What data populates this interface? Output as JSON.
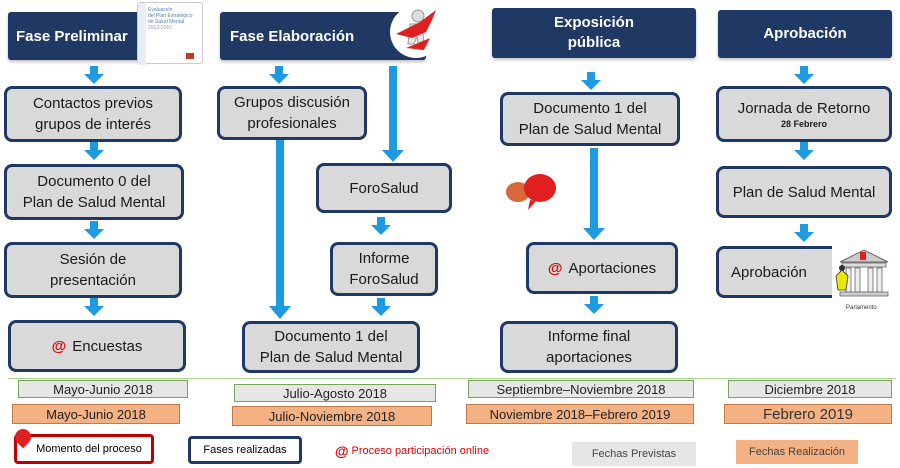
{
  "phases": {
    "preliminar": "Fase Preliminar",
    "elaboracion": "Fase Elaboración",
    "exposicion_line1": "Exposición",
    "exposicion_line2": "pública",
    "aprobacion": "Aprobación"
  },
  "thumbnail": {
    "line1": "Evaluación",
    "line2": "del Plan Estratégico",
    "line3": "de Salud Mental",
    "line4": "2013-2016"
  },
  "col1": {
    "contactos_l1": "Contactos previos",
    "contactos_l2": "grupos de interés",
    "doc0_l1": "Documento 0 del",
    "doc0_l2": "Plan de Salud Mental",
    "sesion_l1": "Sesión de",
    "sesion_l2": "presentación",
    "encuestas": "Encuestas"
  },
  "col2": {
    "grupos_l1": "Grupos discusión",
    "grupos_l2": "profesionales",
    "forosalud": "ForoSalud",
    "informe_l1": "Informe",
    "informe_l2": "ForoSalud",
    "doc1_l1": "Documento 1 del",
    "doc1_l2": "Plan de Salud Mental"
  },
  "col3": {
    "doc1_l1": "Documento 1 del",
    "doc1_l2": "Plan de Salud Mental",
    "aportaciones": "Aportaciones",
    "informe_l1": "Informe final",
    "informe_l2": "aportaciones"
  },
  "col4": {
    "jornada": "Jornada de Retorno",
    "jornada_date": "28 Febrero",
    "plan": "Plan de Salud Mental",
    "aprobacion": "Aprobación",
    "parlamento": "Parlamento"
  },
  "at_symbol": "@",
  "dates_planned": [
    "Mayo-Junio 2018",
    "Julio-Agosto 2018",
    "Septiembre–Noviembre  2018",
    "Diciembre 2018"
  ],
  "dates_real": [
    "Mayo-Junio 2018",
    "Julio-Noviembre  2018",
    "Noviembre 2018–Febrero 2019",
    "Febrero 2019"
  ],
  "legend": {
    "momento": "Momento del proceso",
    "fases": "Fases realizadas",
    "online": "Proceso participación online",
    "previstas": "Fechas Previstas",
    "realizacion": "Fechas Realización"
  },
  "colors": {
    "navy": "#1f3864",
    "arrow": "#1e9be0",
    "at_red": "#e00000",
    "planned_fill": "#e6e6e6",
    "real_fill": "#f4b183",
    "timeline": "#a9d18e"
  }
}
